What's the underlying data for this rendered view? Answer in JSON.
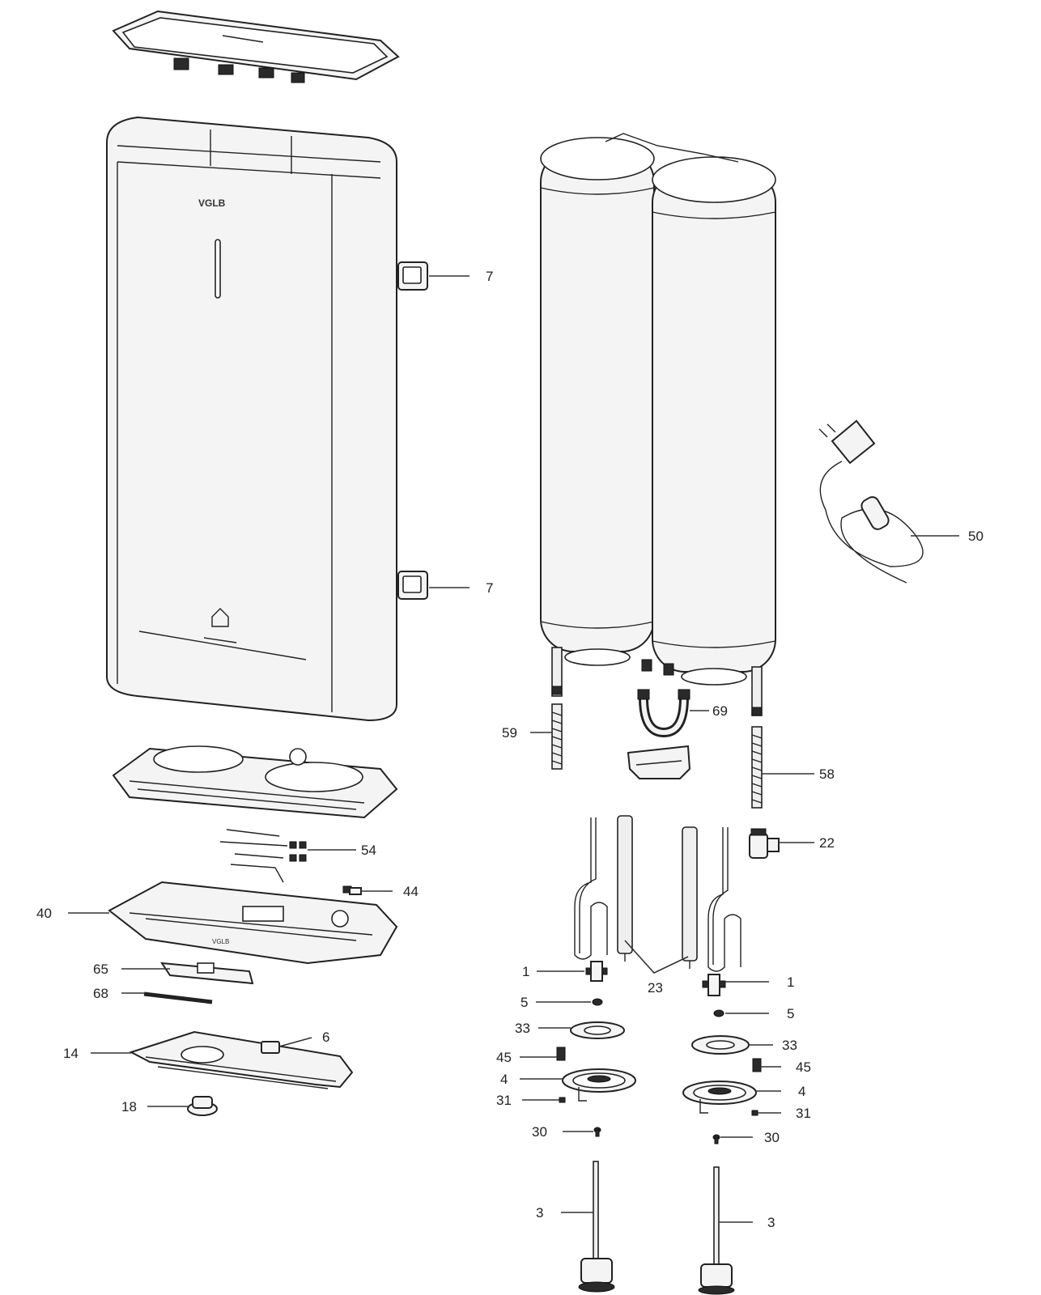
{
  "callouts": {
    "c7a": "7",
    "c7b": "7",
    "c50": "50",
    "c69": "69",
    "c59": "59",
    "c58": "58",
    "c22": "22",
    "c54": "54",
    "c44": "44",
    "c40": "40",
    "c65": "65",
    "c68": "68",
    "c6": "6",
    "c14": "14",
    "c18": "18",
    "c1a": "1",
    "c1b": "1",
    "c23": "23",
    "c5a": "5",
    "c5b": "5",
    "c33a": "33",
    "c33b": "33",
    "c45a": "45",
    "c45b": "45",
    "c4a": "4",
    "c4b": "4",
    "c31a": "31",
    "c31b": "31",
    "c30a": "30",
    "c30b": "30",
    "c3a": "3",
    "c3b": "3"
  },
  "colors": {
    "line": "#222222",
    "part_fill": "#f4f4f4",
    "background": "#ffffff"
  }
}
